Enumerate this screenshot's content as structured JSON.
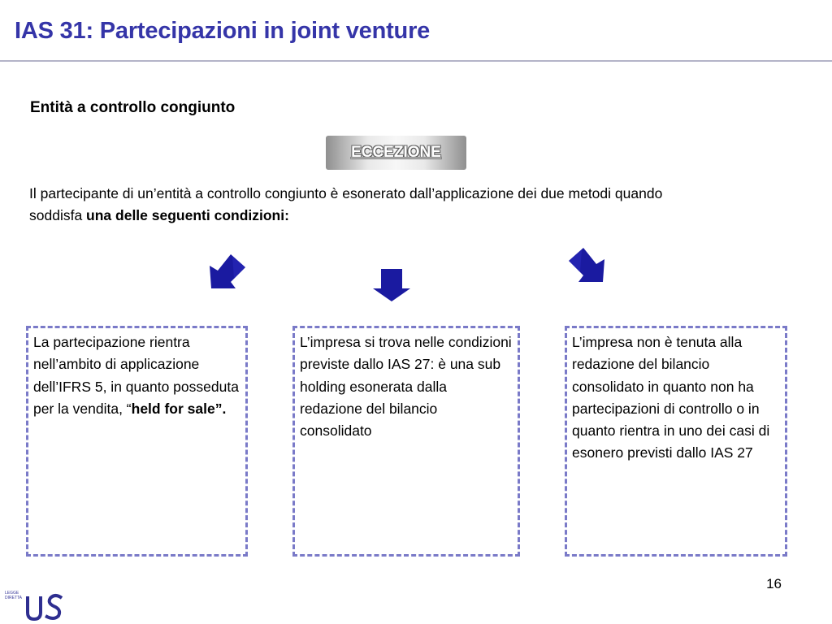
{
  "slide": {
    "title": "IAS 31: Partecipazioni in joint venture",
    "subheading": "Entità a controllo congiunto",
    "exception_label": "ECCEZIONE",
    "intro_text": "Il partecipante di un’entità a controllo congiunto è esonerato dall’applicazione dei due metodi quando soddisfa ",
    "intro_bold": "una delle seguenti condizioni:",
    "conditions": [
      {
        "text": "La partecipazione rientra nell’ambito di applicazione dell’IFRS 5, in quanto posseduta per la vendita, “",
        "bold": "held for sale”."
      },
      {
        "text": "L’impresa si trova nelle condizioni previste dallo IAS 27: è una sub  holding esonerata dalla redazione del bilancio consolidato",
        "bold": ""
      },
      {
        "text": "L’impresa non è tenuta alla redazione del bilancio consolidato in quanto non ha partecipazioni di controllo o in quanto rientra in uno dei casi di esonero previsti dallo IAS 27",
        "bold": ""
      }
    ],
    "page_number": "16",
    "logo": {
      "icon": "university-logo-icon",
      "monogram": "US",
      "small_text": "LEGGE DIRETTA"
    },
    "colors": {
      "title": "#3535a8",
      "box_border": "#7a7ac8",
      "arrow": "#1a1aa0"
    }
  }
}
